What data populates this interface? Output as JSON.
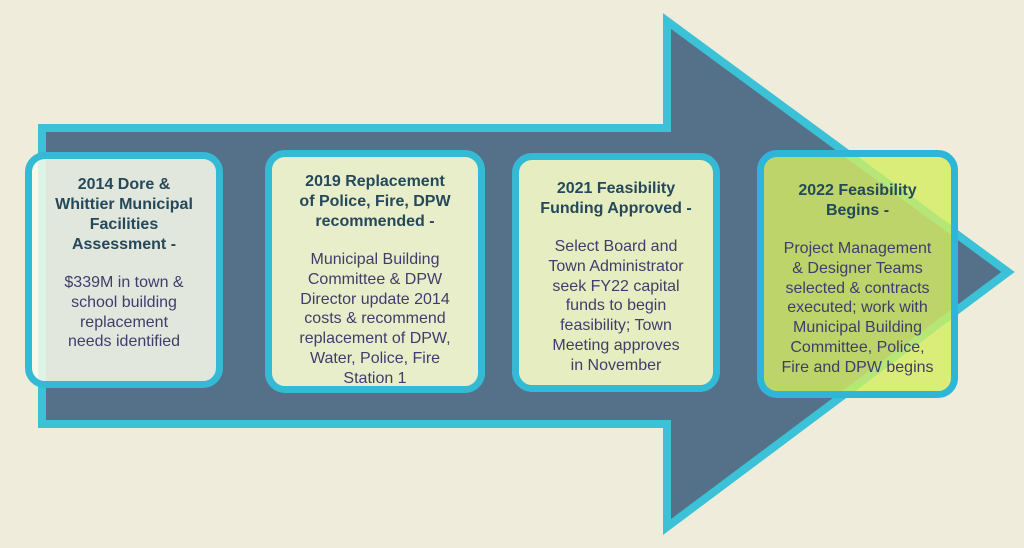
{
  "colors": {
    "bg": "#f0ecdb",
    "arrow-fill": "#55718a",
    "cyan": "#3bc2d6",
    "heading": "#25485a",
    "body-text": "#403d6b"
  },
  "arrow": {
    "icon": "right-arrow",
    "fill": "#55718a",
    "stroke": "#3bc2d6"
  },
  "cards": [
    {
      "heading": "2014 Dore &\nWhittier Municipal\nFacilities\nAssessment -",
      "body": "$339M in town &\nschool building\nreplacement\nneeds identified",
      "fill": "rgba(250,252,234,0.85)",
      "border": "#35bad6"
    },
    {
      "heading": "2019 Replacement\nof Police, Fire, DPW\nrecommended -",
      "body": "Municipal Building\nCommittee & DPW\nDirector update 2014\ncosts & recommend\nreplacement of DPW,\nWater, Police, Fire\nStation 1",
      "fill": "rgba(248,252,208,0.90)",
      "border": "#35bad6"
    },
    {
      "heading": "2021 Feasibility\nFunding Approved -",
      "body": "Select Board and\nTown Administrator\nseek FY22 capital\nfunds to begin\nfeasibility; Town\nMeeting approves\nin November",
      "fill": "rgba(246,252,198,0.90)",
      "border": "#35bad6"
    },
    {
      "heading": "2022 Feasibility\nBegins -",
      "body": "Project Management\n& Designer Teams\nselected & contracts\nexecuted; work with\nMunicipal Building\nCommittee, Police,\nFire and DPW begins",
      "fill": "rgba(214,238,96,0.80)",
      "border": "#2eb6da"
    }
  ]
}
